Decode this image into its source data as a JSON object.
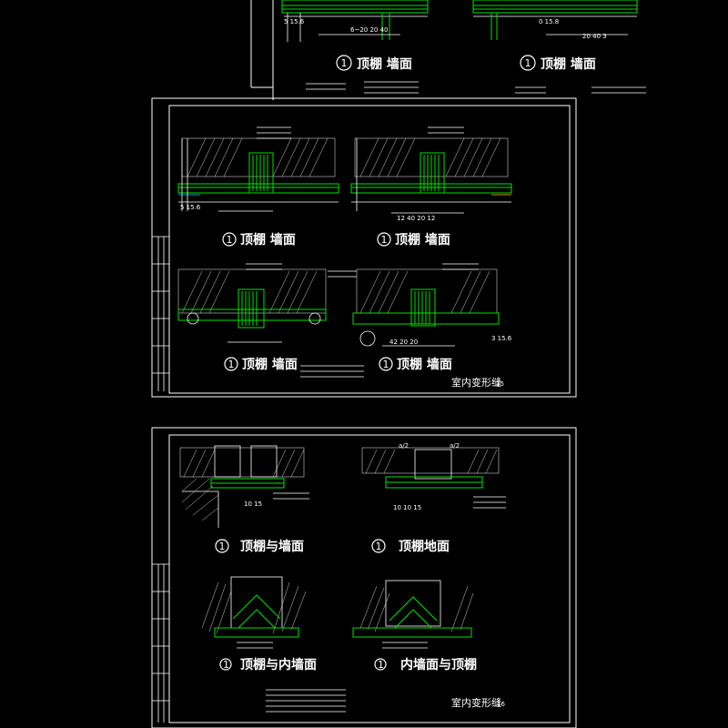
{
  "drawing": {
    "background": "#000000",
    "line_colors": {
      "green": "#00e000",
      "white": "#ffffff",
      "cyan": "#00d8e8",
      "yellow": "#e8d000"
    },
    "top_sheet": {
      "details": [
        {
          "num": "1",
          "title": "顶棚 墙面"
        },
        {
          "num": "1",
          "title": "顶棚 墙面"
        }
      ],
      "dims": [
        "5 15.6",
        "6~20 20 40",
        "0 15.8",
        "20 40 3"
      ]
    },
    "sheet_1": {
      "details": [
        {
          "num": "1",
          "title": "顶棚 墙面"
        },
        {
          "num": "1",
          "title": "顶棚 墙面"
        },
        {
          "num": "1",
          "title": "顶棚 墙面"
        },
        {
          "num": "1",
          "title": "顶棚 墙面"
        }
      ],
      "dims": [
        "5 15.6",
        "12 40 20 12",
        "42 20 20",
        "3 15.6"
      ],
      "sheet_title": "室内变形缝",
      "sheet_number": "15"
    },
    "sheet_2": {
      "details": [
        {
          "num": "1",
          "title": "顶棚与墙面"
        },
        {
          "num": "1",
          "title": "顶棚地面"
        },
        {
          "num": "1",
          "title": "顶棚与内墙面"
        },
        {
          "num": "1",
          "title": "内墙面与顶棚"
        }
      ],
      "dims": [
        "10 15",
        "10 10 15",
        "a/2",
        "a/2"
      ],
      "sheet_title": "室内变形缝",
      "sheet_number": "16"
    }
  }
}
